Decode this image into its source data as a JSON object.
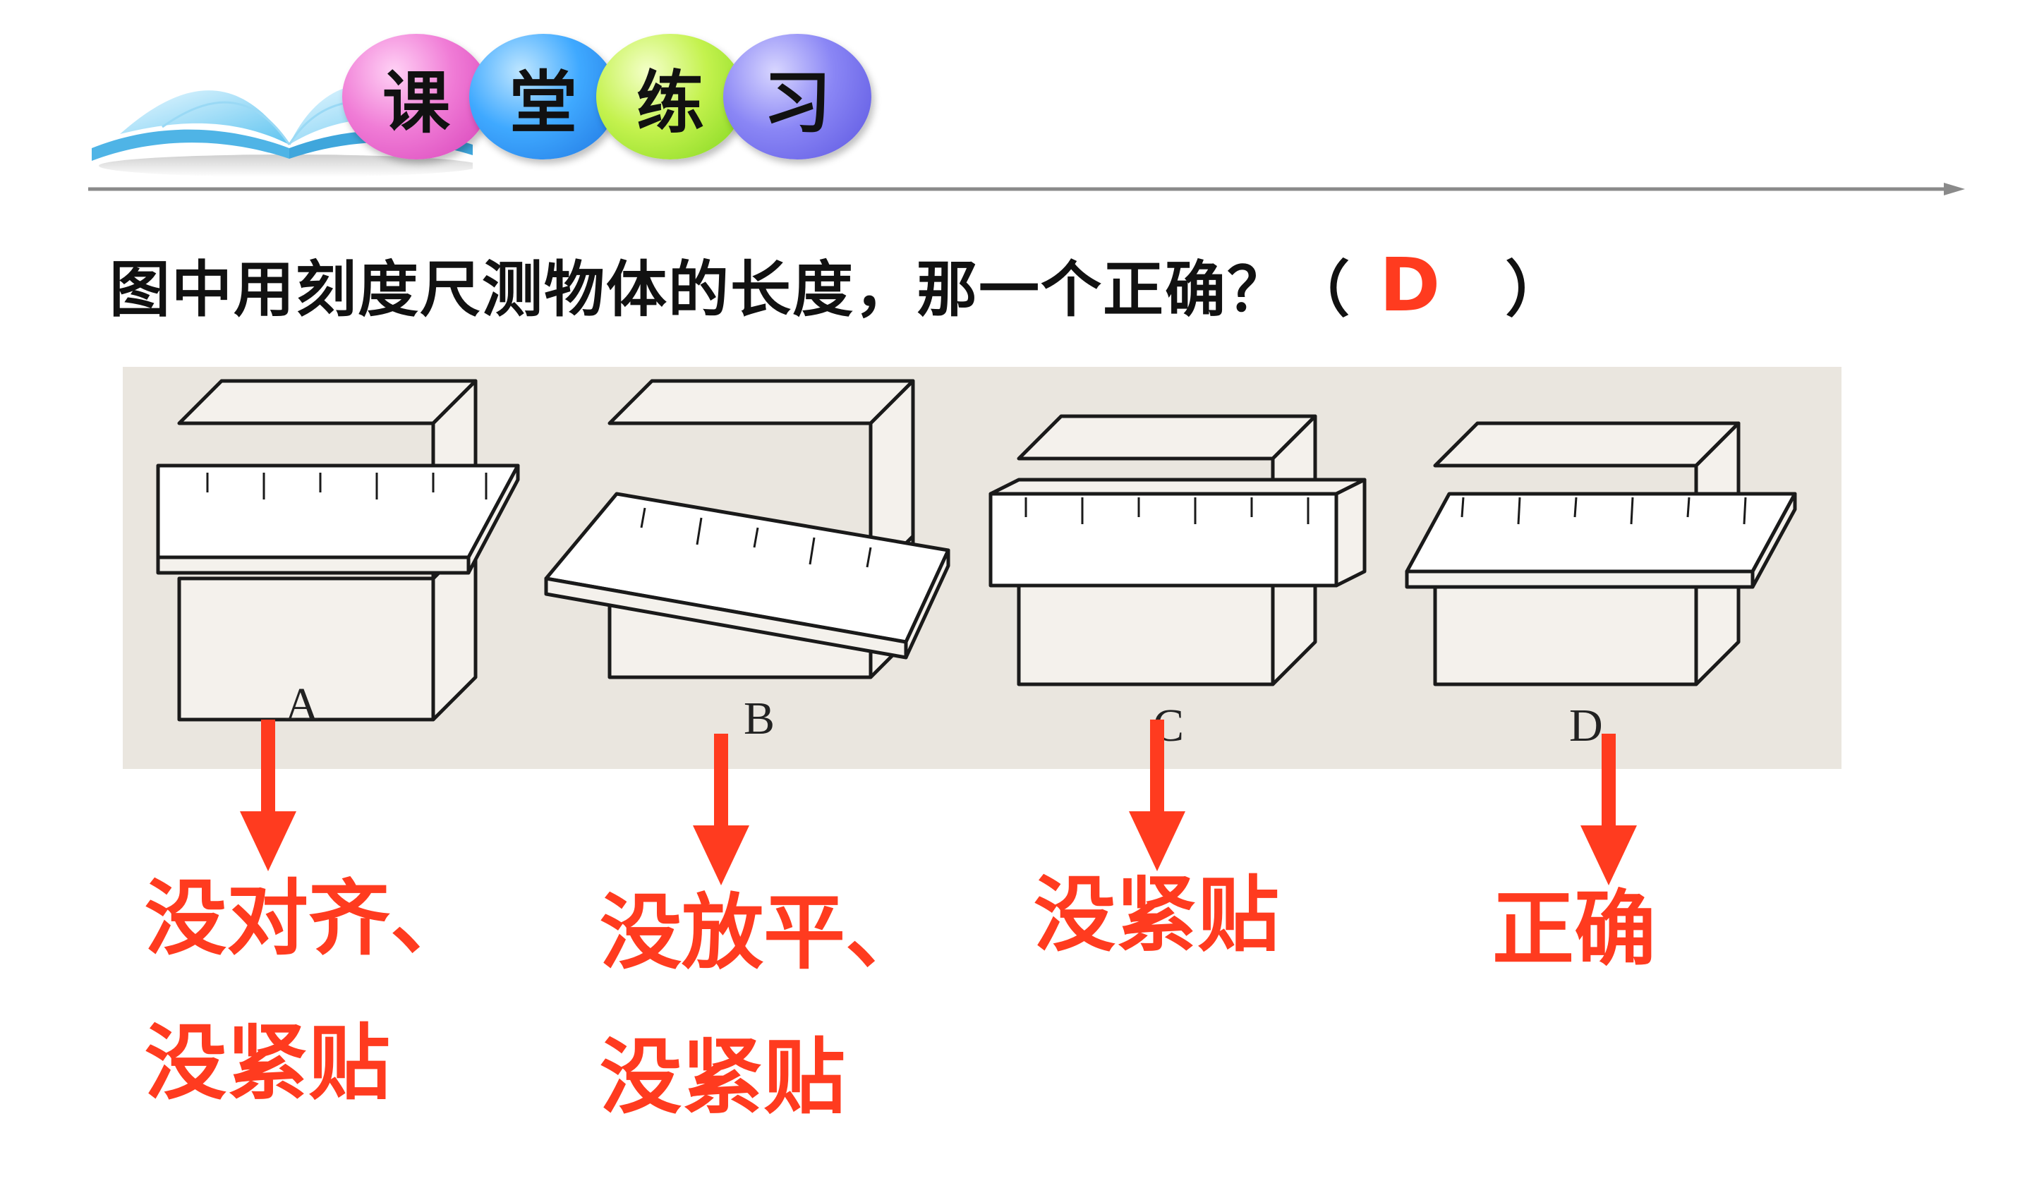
{
  "header": {
    "title_chars": [
      "课",
      "堂",
      "练",
      "习"
    ]
  },
  "question": {
    "text": "图中用刻度尺测物体的长度，那一个正确？（",
    "answer": "D",
    "close": "）"
  },
  "figure": {
    "labels": [
      "A",
      "B",
      "C",
      "D"
    ]
  },
  "notes": [
    {
      "line1": "没对齐、",
      "line2": "没紧贴"
    },
    {
      "line1": "没放平、",
      "line2": "没紧贴"
    },
    {
      "line1": "没紧贴",
      "line2": ""
    },
    {
      "line1": "正确",
      "line2": ""
    }
  ],
  "colors": {
    "accent": "#ff3b1f",
    "rule": "#8a8a8a"
  }
}
